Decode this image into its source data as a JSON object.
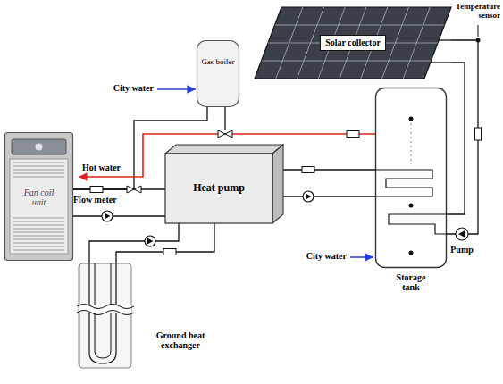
{
  "diagram": {
    "nodes": [
      {
        "text": [
          "Solar collector"
        ]
      },
      {
        "text": [
          "Gas boiler"
        ]
      },
      {
        "text": [
          "Fan coil unit"
        ]
      },
      {
        "text": [
          "Heat pump"
        ]
      },
      {
        "text": [
          "Storage tank"
        ]
      },
      {
        "text": [
          "Ground heat exchanger"
        ]
      }
    ],
    "edges": [
      {
        "from": 0,
        "to": 4,
        "arrow": "none"
      },
      {
        "from": 0,
        "to": 4,
        "arrow": "none"
      },
      {
        "from": 3,
        "to": 4,
        "arrow": "none"
      },
      {
        "from": 3,
        "to": 4,
        "arrow": "none"
      },
      {
        "from": 3,
        "to": 2,
        "arrow": "none"
      },
      {
        "from": 3,
        "to": 2,
        "arrow": "none"
      },
      {
        "from": 1,
        "to": 2,
        "arrow": "none"
      },
      {
        "from": 3,
        "to": 5,
        "arrow": "none"
      },
      {
        "from": 3,
        "to": 5,
        "arrow": "none"
      }
    ],
    "labels": [
      "Temperature sensor",
      "City water",
      "Hot water",
      "Flow meter",
      "City water",
      "Pump"
    ]
  }
}
